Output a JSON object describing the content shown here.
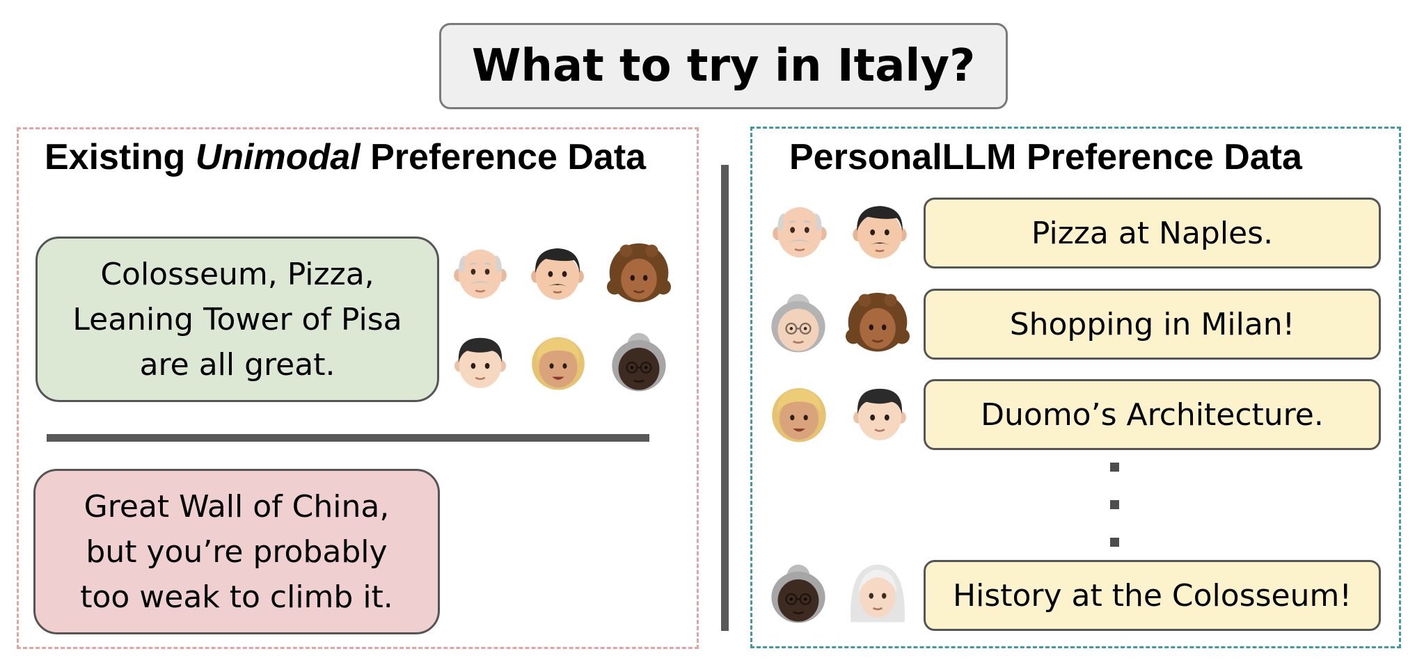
{
  "title": "What to try in Italy?",
  "left_panel": {
    "heading_prefix": "Existing ",
    "heading_italic": "Unimodal",
    "heading_suffix": " Preference Data",
    "responses": [
      {
        "lines": [
          "Colosseum, Pizza,",
          "Leaning Tower of Pisa",
          "are all great."
        ]
      },
      {
        "lines": [
          "Great Wall of China,",
          "but you’re probably",
          "too weak to climb it."
        ]
      }
    ],
    "persona_group": [
      "old-man-emoji",
      "man-mustache-emoji",
      "curly-hair-woman-emoji",
      "boy-emoji",
      "blond-child-emoji",
      "old-woman-dark-emoji"
    ]
  },
  "right_panel": {
    "heading": "PersonalLLM Preference Data",
    "rows": [
      {
        "text": "Pizza at Naples.",
        "personas": [
          "old-man-emoji",
          "man-mustache-emoji"
        ]
      },
      {
        "text": "Shopping in Milan!",
        "personas": [
          "old-woman-emoji",
          "curly-hair-woman-emoji"
        ]
      },
      {
        "text": "Duomo’s Architecture.",
        "personas": [
          "blond-child-emoji",
          "boy-emoji"
        ]
      },
      {
        "text": "History at the Colosseum!",
        "personas": [
          "old-woman-dark-emoji",
          "white-hair-woman-emoji"
        ]
      }
    ]
  },
  "colors": {
    "left_border": "#e3a4a4",
    "right_border": "#3f9aa3",
    "positive_bubble": "#dce8d3",
    "negative_bubble": "#efcfcf",
    "option_pill": "#fcf2cc"
  }
}
